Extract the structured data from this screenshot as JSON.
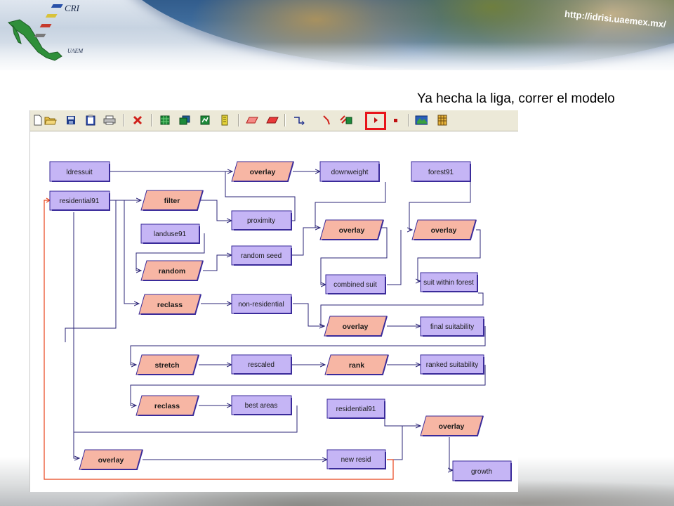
{
  "banner": {
    "url": "http://idrisi.uaemex.mx/",
    "logo_top": "CRI",
    "logo_bottom": "UAEM"
  },
  "caption": "Ya hecha la liga, correr el modelo",
  "toolbar": {
    "buttons": [
      {
        "name": "new-model-icon"
      },
      {
        "name": "open-model-icon"
      },
      {
        "name": "save-model-icon"
      },
      {
        "name": "clipboard-icon"
      },
      {
        "name": "print-icon"
      },
      {
        "name": "delete-icon"
      },
      {
        "name": "raster-layer-icon"
      },
      {
        "name": "raster-group-icon"
      },
      {
        "name": "vector-layer-icon"
      },
      {
        "name": "file-icon"
      },
      {
        "name": "module-icon"
      },
      {
        "name": "submodel-icon"
      },
      {
        "name": "connector-icon"
      },
      {
        "name": "dynamic-link-icon"
      },
      {
        "name": "macro-icon"
      },
      {
        "name": "run-icon"
      },
      {
        "name": "stop-icon"
      },
      {
        "name": "map-display-icon"
      },
      {
        "name": "table-icon"
      }
    ],
    "highlighted": "run-icon"
  },
  "colors": {
    "data_fill": "#c5b5f5",
    "data_border": "#3a2b9a",
    "op_fill": "#f7b6a4",
    "op_border": "#3a2b9a",
    "link": "#2b2477",
    "dynamic_link": "#e8431a",
    "highlight": "#e8141a"
  },
  "model": {
    "data_nodes": {
      "ldressuit": "ldressuit",
      "residential91": "residential91",
      "landuse91": "landuse91",
      "proximity": "proximity",
      "random_seed": "random seed",
      "downweight": "downweight",
      "combined_suit": "combined suit",
      "forest91": "forest91",
      "suit_within_forest": "suit within forest",
      "non_residential": "non-residential",
      "final_suitability": "final suitability",
      "rescaled": "rescaled",
      "ranked_suitability": "ranked suitability",
      "best_areas": "best areas",
      "residential91_b": "residential91",
      "new_resid": "new resid",
      "growth": "growth"
    },
    "operations": {
      "overlay_1": "overlay",
      "filter": "filter",
      "random": "random",
      "overlay_2": "overlay",
      "overlay_3": "overlay",
      "reclass_1": "reclass",
      "overlay_4": "overlay",
      "stretch": "stretch",
      "rank": "rank",
      "reclass_2": "reclass",
      "overlay_5": "overlay",
      "overlay_6": "overlay"
    }
  }
}
